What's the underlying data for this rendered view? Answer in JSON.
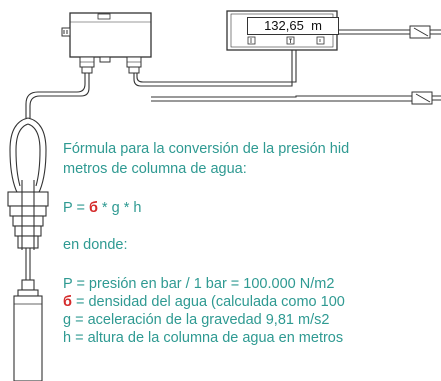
{
  "meter": {
    "reading": "132,65",
    "unit": "m"
  },
  "text": {
    "intro_line1": "Fórmula para la conversión de la presión hid",
    "intro_line2": "metros de columna de agua:",
    "formula_prefix": "P = ",
    "formula_symbol": "б",
    "formula_suffix": " * g * h",
    "en_donde": "en donde:",
    "def_p": "P = presión en bar / 1 bar = 100.000 N/m2",
    "def_rho_symbol": "б",
    "def_rho_text": " = densidad del agua (calculada como 100",
    "def_g": "g = aceleración de la gravedad 9,81 m/s2",
    "def_h": "h = altura de la columna de agua en metros"
  },
  "colors": {
    "text": "#2f9a92",
    "symbol": "#d42a2a",
    "line": "#333333"
  }
}
